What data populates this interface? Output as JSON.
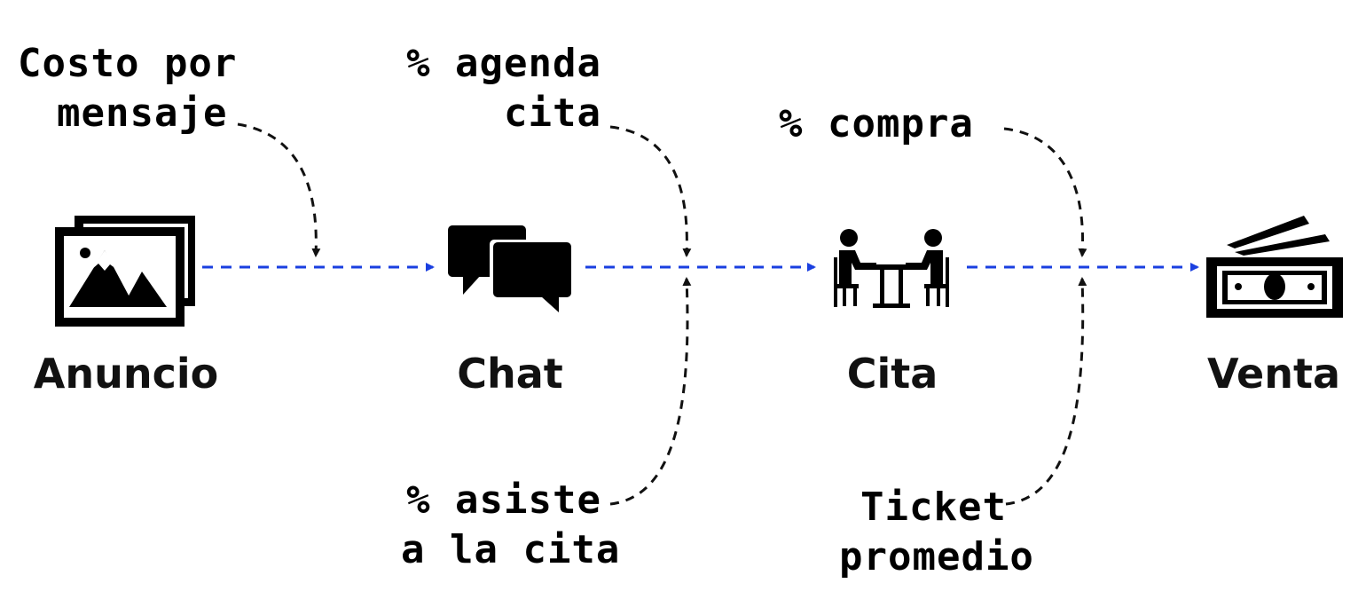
{
  "colors": {
    "flow_arrow": "#1a3fe0",
    "annotation_arrow": "#111111",
    "icon": "#000000"
  },
  "nodes": [
    {
      "icon": "image-gallery-icon",
      "label": "Anuncio"
    },
    {
      "icon": "chat-bubbles-icon",
      "label": "Chat"
    },
    {
      "icon": "meeting-table-icon",
      "label": "Cita"
    },
    {
      "icon": "money-bills-icon",
      "label": "Venta"
    }
  ],
  "annotations": {
    "costo": [
      "Costo por",
      "mensaje"
    ],
    "agenda": [
      "% agenda",
      "cita"
    ],
    "asiste": [
      "% asiste",
      "a la cita"
    ],
    "compra": [
      "% compra"
    ],
    "ticket": [
      "Ticket",
      "promedio"
    ]
  }
}
